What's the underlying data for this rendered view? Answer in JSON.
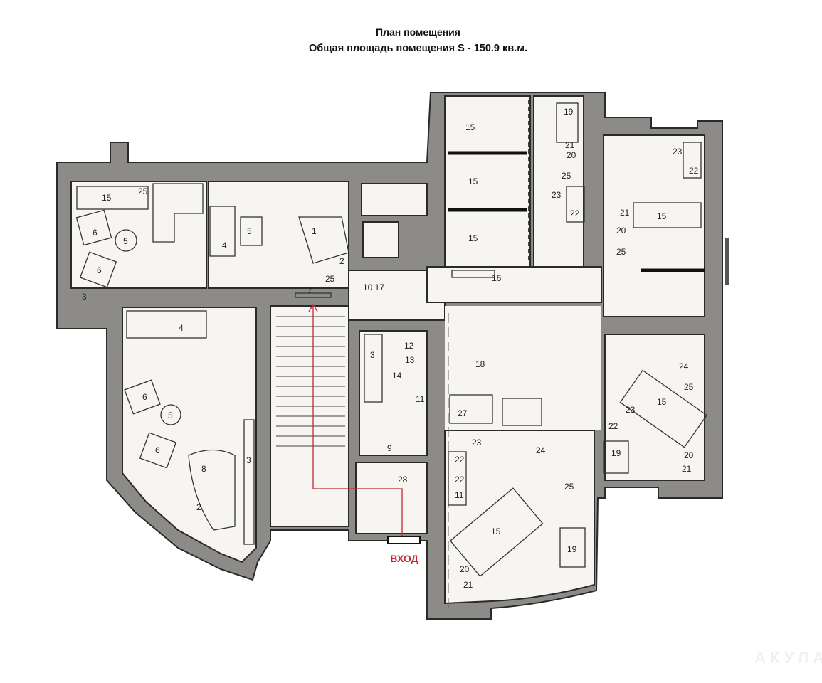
{
  "header": {
    "title": "План помещения",
    "subtitle": "Общая площадь помещения S - 150.9 кв.м."
  },
  "entrance_label": "ВХОД",
  "watermark": "АКУЛА",
  "colors": {
    "wall": "#8d8b88",
    "entrance": "#c0282d",
    "floor": "#f7f5f2"
  },
  "labels": [
    "15",
    "25",
    "6",
    "5",
    "6",
    "3",
    "4",
    "5",
    "1",
    "2",
    "25",
    "7",
    "4",
    "6",
    "5",
    "6",
    "8",
    "2",
    "3",
    "10 17",
    "15",
    "15",
    "15",
    "16",
    "19",
    "21",
    "20",
    "25",
    "23",
    "22",
    "23",
    "22",
    "21",
    "15",
    "20",
    "25",
    "12",
    "13",
    "14",
    "11",
    "3",
    "9",
    "18",
    "27",
    "28",
    "23",
    "24",
    "22",
    "22",
    "11",
    "25",
    "15",
    "19",
    "20",
    "21",
    "24",
    "25",
    "23",
    "15",
    "22",
    "19",
    "20",
    "21"
  ]
}
